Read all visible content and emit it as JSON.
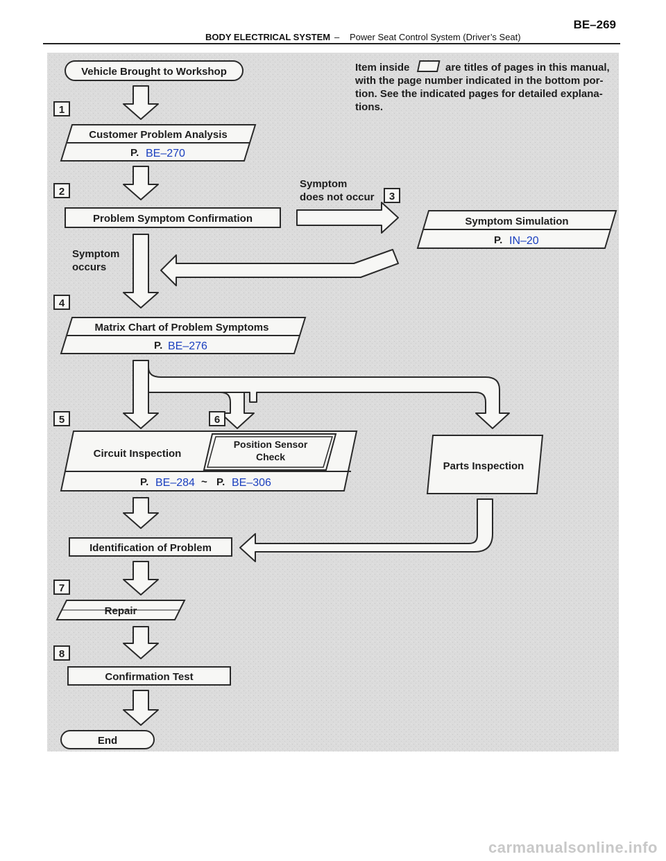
{
  "header": {
    "section": "BODY ELECTRICAL SYSTEM",
    "separator": "–",
    "subtitle": "Power Seat Control System (Driver’s Seat)",
    "page": "BE–269"
  },
  "note": {
    "line1": "Item inside",
    "line1b": "are titles of pages in this manual,",
    "line2": "with the page number indicated in the bottom por-",
    "line3": "tion. See the indicated pages for detailed explana-",
    "line4": "tions."
  },
  "steps": {
    "s1": "1",
    "s2": "2",
    "s3": "3",
    "s4": "4",
    "s5": "5",
    "s6": "6",
    "s7": "7",
    "s8": "8"
  },
  "boxes": {
    "start": "Vehicle Brought to Workshop",
    "customer": "Customer Problem Analysis",
    "confirmation": "Problem Symptom Confirmation",
    "simulation": "Symptom Simulation",
    "matrix": "Matrix Chart of Problem Symptoms",
    "circuit": "Circuit Inspection",
    "sensor_1": "Position Sensor",
    "sensor_2": "Check",
    "parts": "Parts Inspection",
    "identification": "Identification of Problem",
    "repair": "Repair",
    "confirm_test": "Confirmation Test",
    "end": "End"
  },
  "labels": {
    "not_occur_1": "Symptom",
    "not_occur_2": "does not occur",
    "occurs_1": "Symptom",
    "occurs_2": "occurs"
  },
  "refs": {
    "p": "P.",
    "tilde": "~",
    "customer": "BE–270",
    "simulation": "IN–20",
    "matrix": "BE–276",
    "circuit": "BE–284",
    "sensor": "BE–306"
  },
  "watermark": "carmanualsonline.info"
}
